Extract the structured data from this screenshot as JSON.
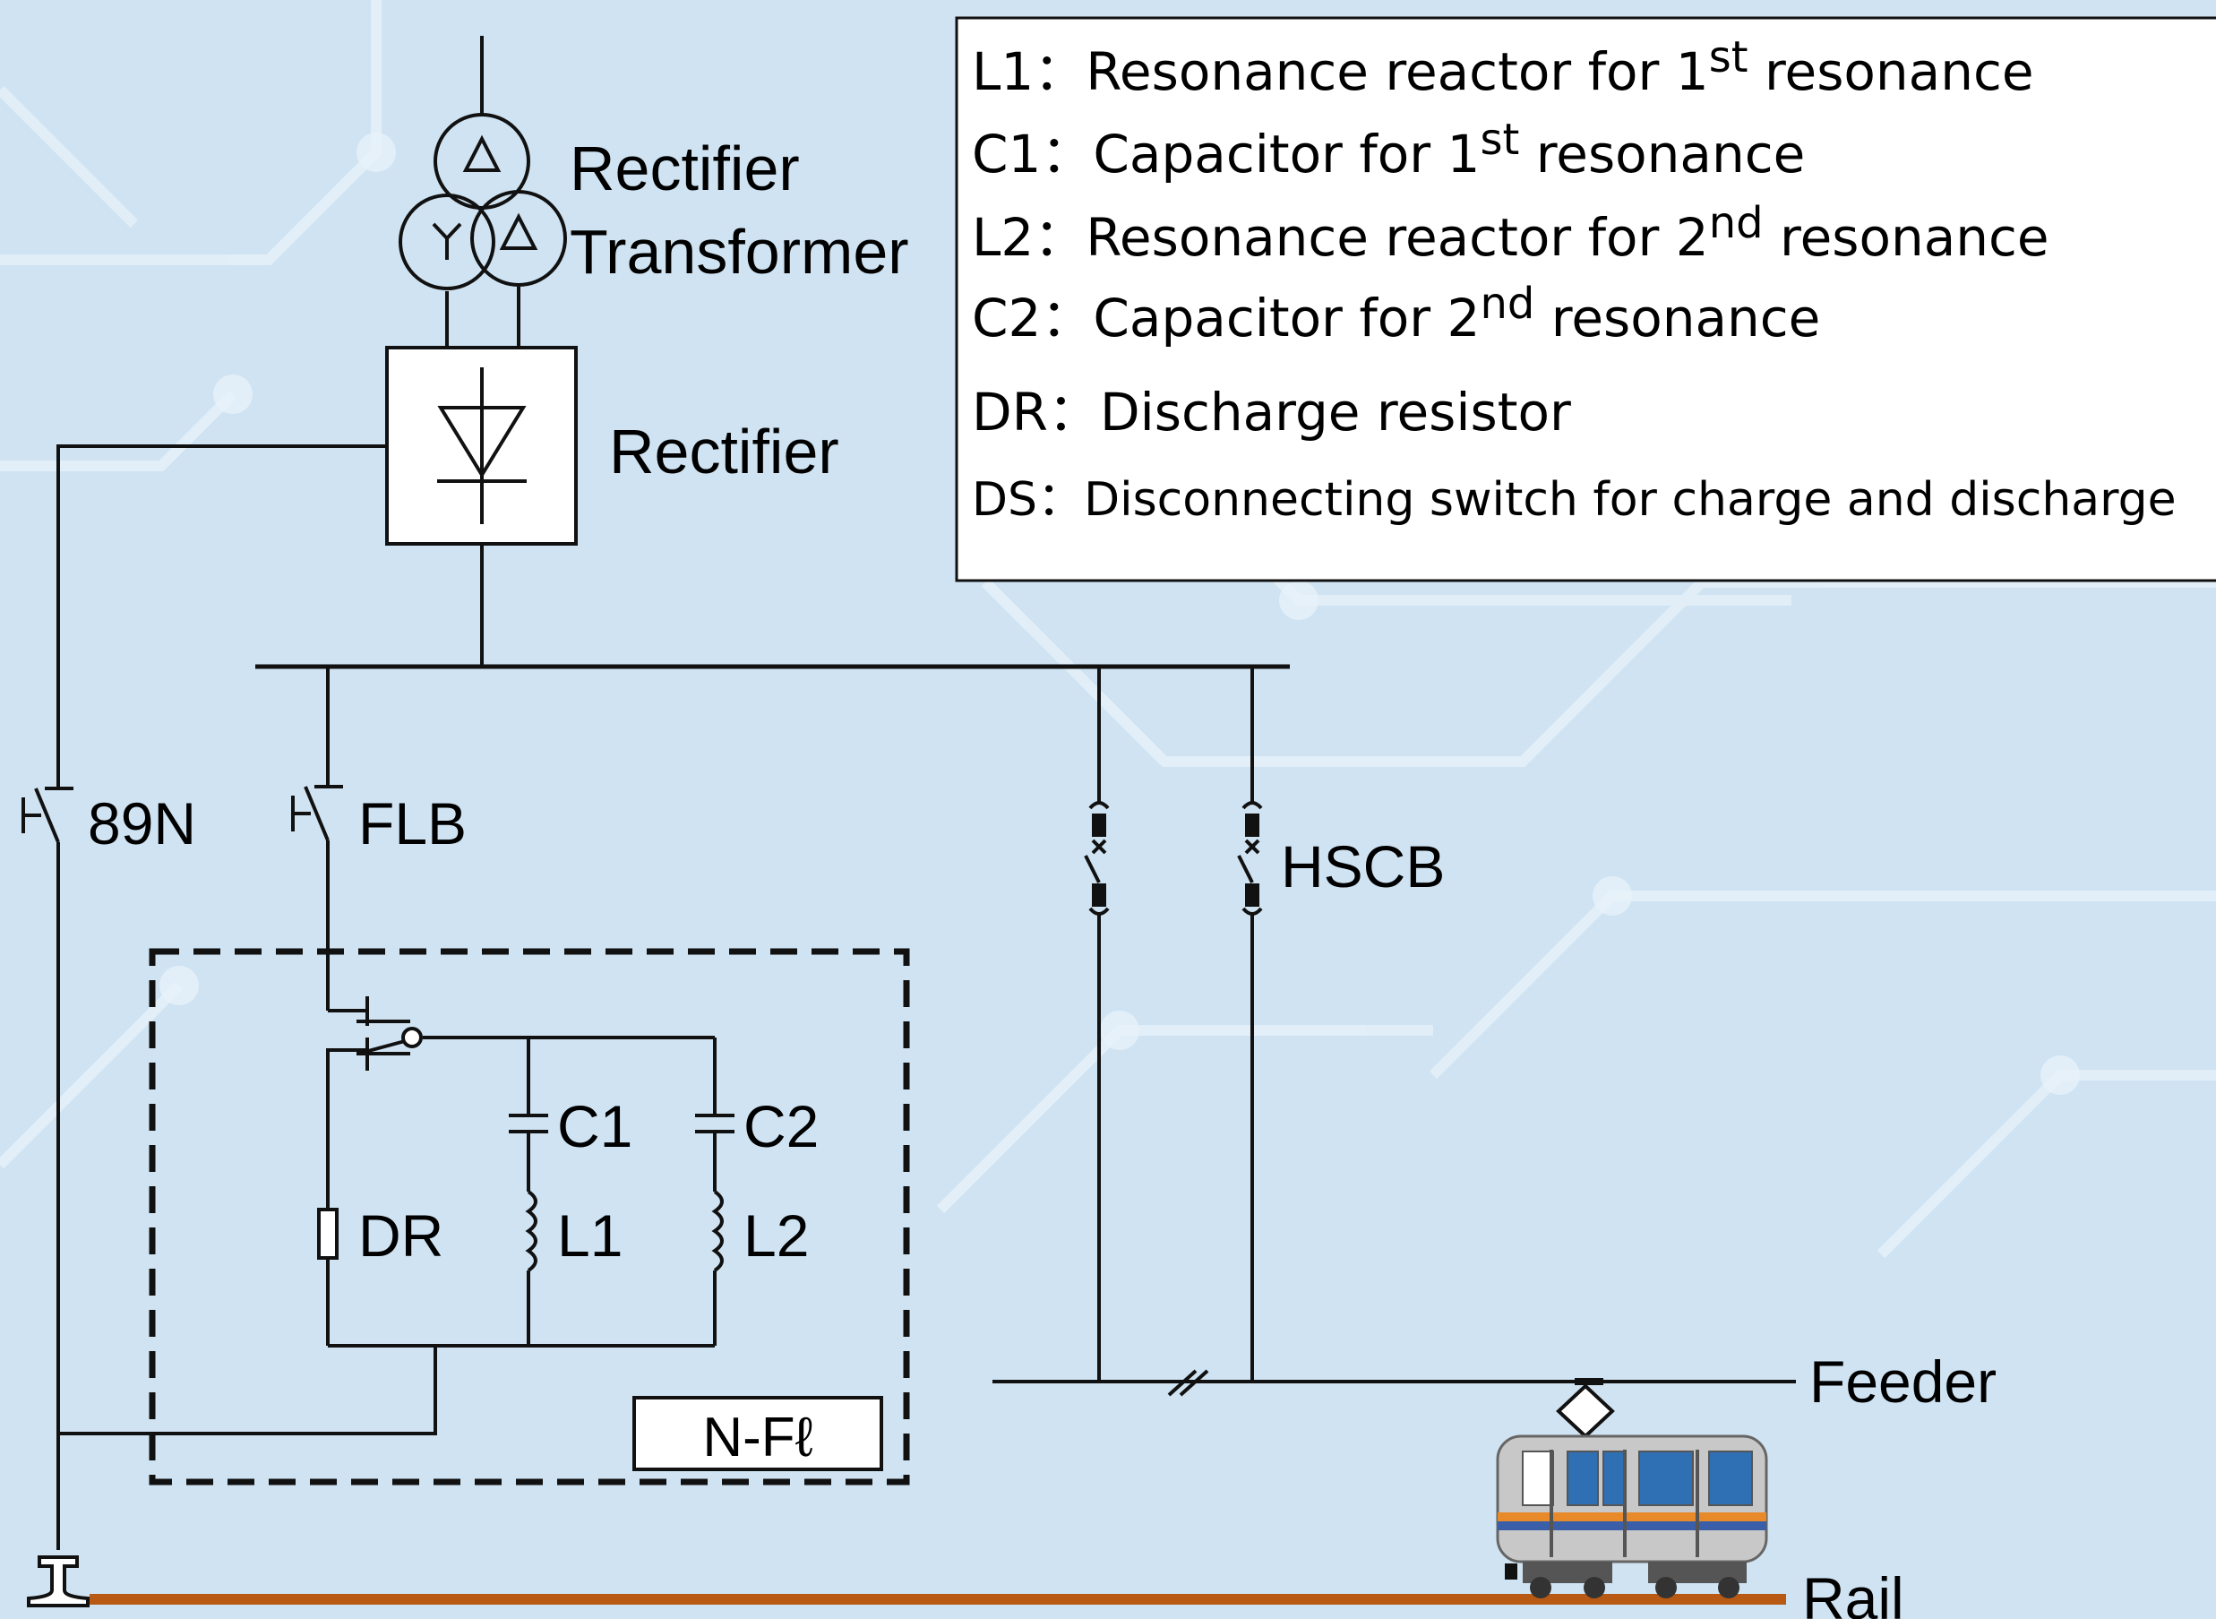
{
  "colors": {
    "background": "#cfe3f2",
    "circuit_pattern": "#e9f3fa",
    "line": "#111111",
    "rail": "#b85a14",
    "train_body": "#c8c8c8",
    "train_window": "#2f6fb3",
    "train_stripe_blue": "#3a5fa8",
    "train_stripe_orange": "#e88a2a"
  },
  "labels": {
    "rectifier_transformer_1": "Rectifier",
    "rectifier_transformer_2": "Transformer",
    "rectifier": "Rectifier",
    "sw_89n": "89N",
    "sw_flb": "FLB",
    "hscb": "HSCB",
    "c1": "C1",
    "c2": "C2",
    "dr": "DR",
    "l1": "L1",
    "l2": "L2",
    "nfl": "N-Fℓ",
    "feeder": "Feeder",
    "rail": "Rail"
  },
  "legend": {
    "items": [
      {
        "abbr": "L1",
        "sep": "：",
        "pre": "Resonance reactor for ",
        "num": "1",
        "sup": "st",
        "post": " resonance"
      },
      {
        "abbr": "C1",
        "sep": "：",
        "pre": "Capacitor for ",
        "num": "1",
        "sup": "st",
        "post": " resonance"
      },
      {
        "abbr": "L2",
        "sep": "：",
        "pre": "Resonance reactor for ",
        "num": "2",
        "sup": "nd",
        "post": " resonance"
      },
      {
        "abbr": "C2",
        "sep": "：",
        "pre": "Capacitor for ",
        "num": "2",
        "sup": "nd",
        "post": " resonance"
      },
      {
        "abbr": "DR",
        "sep": "：",
        "pre": "Discharge resistor",
        "num": "",
        "sup": "",
        "post": ""
      },
      {
        "abbr": "DS",
        "sep": "：",
        "pre": "Disconnecting switch for charge and discharge",
        "num": "",
        "sup": "",
        "post": ""
      }
    ]
  },
  "icons": {
    "transformer": "delta-wye-delta-transformer-icon",
    "rectifier": "diode-rectifier-icon",
    "ground": "rail-ground-icon",
    "train": "train-icon",
    "pantograph": "pantograph-icon"
  }
}
